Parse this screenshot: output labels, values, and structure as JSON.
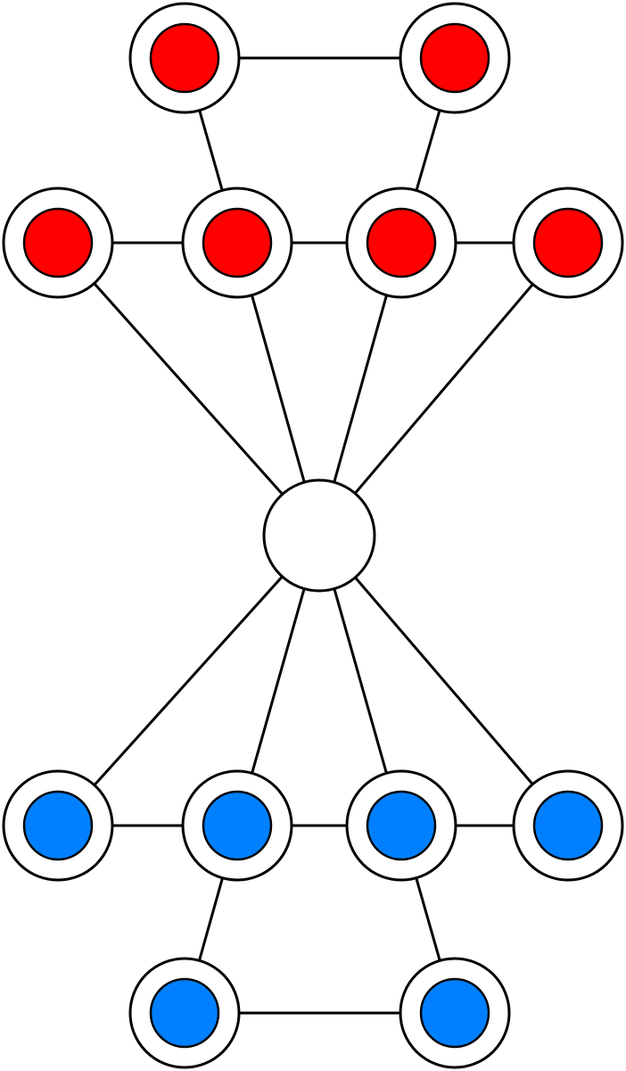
{
  "colors": {
    "red": "#ff0000",
    "blue": "#0080ff",
    "ring": "#ffffff",
    "stroke": "#000000"
  },
  "nodes": [
    {
      "id": "r1",
      "color": "red"
    },
    {
      "id": "r2",
      "color": "red"
    },
    {
      "id": "r3",
      "color": "red"
    },
    {
      "id": "r4",
      "color": "red"
    },
    {
      "id": "r5",
      "color": "red"
    },
    {
      "id": "r6",
      "color": "red"
    },
    {
      "id": "center",
      "color": "none"
    },
    {
      "id": "b1",
      "color": "blue"
    },
    {
      "id": "b2",
      "color": "blue"
    },
    {
      "id": "b3",
      "color": "blue"
    },
    {
      "id": "b4",
      "color": "blue"
    },
    {
      "id": "b5",
      "color": "blue"
    },
    {
      "id": "b6",
      "color": "blue"
    }
  ],
  "edges": [
    [
      "r1",
      "r2"
    ],
    [
      "r1",
      "r4"
    ],
    [
      "r2",
      "r5"
    ],
    [
      "r3",
      "r4"
    ],
    [
      "r4",
      "r5"
    ],
    [
      "r5",
      "r6"
    ],
    [
      "r3",
      "center"
    ],
    [
      "r4",
      "center"
    ],
    [
      "r5",
      "center"
    ],
    [
      "r6",
      "center"
    ],
    [
      "b1",
      "center"
    ],
    [
      "b2",
      "center"
    ],
    [
      "b3",
      "center"
    ],
    [
      "b4",
      "center"
    ],
    [
      "b1",
      "b2"
    ],
    [
      "b2",
      "b3"
    ],
    [
      "b3",
      "b4"
    ],
    [
      "b2",
      "b5"
    ],
    [
      "b3",
      "b6"
    ],
    [
      "b5",
      "b6"
    ]
  ]
}
